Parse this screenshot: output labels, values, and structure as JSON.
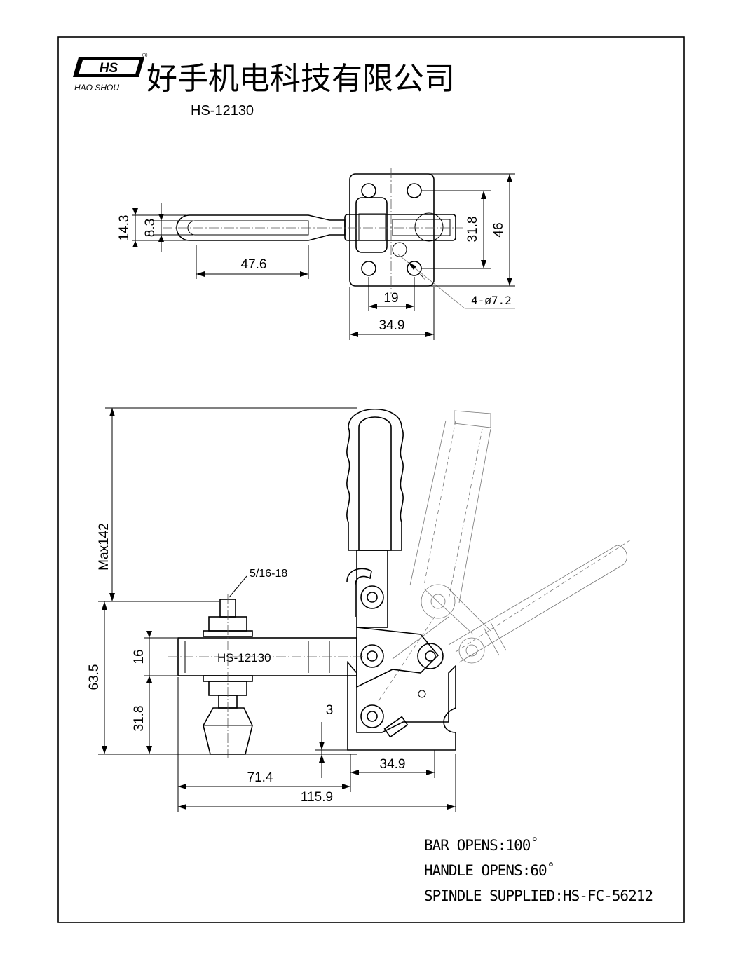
{
  "header": {
    "logo_letters": "HS",
    "logo_registered": "®",
    "logo_subtitle": "HAO SHOU",
    "company_name": "好手机电科技有限公司",
    "model": "HS-12130"
  },
  "top_view": {
    "dim_14_3": "14.3",
    "dim_8_3": "8.3",
    "dim_47_6": "47.6",
    "dim_19": "19",
    "dim_34_9": "34.9",
    "dim_31_8": "31.8",
    "dim_46": "46",
    "hole_note": "4-ø7.2"
  },
  "side_view": {
    "dim_max142": "Max142",
    "dim_thread": "5/16-18",
    "dim_63_5": "63.5",
    "dim_16": "16",
    "dim_31_8": "31.8",
    "dim_3": "3",
    "dim_34_9": "34.9",
    "dim_71_4": "71.4",
    "dim_115_9": "115.9",
    "bar_label": "HS-12130"
  },
  "notes": {
    "line1": "BAR OPENS:100˚",
    "line2": "HANDLE OPENS:60˚",
    "line3": "SPINDLE SUPPLIED:HS-FC-56212"
  }
}
